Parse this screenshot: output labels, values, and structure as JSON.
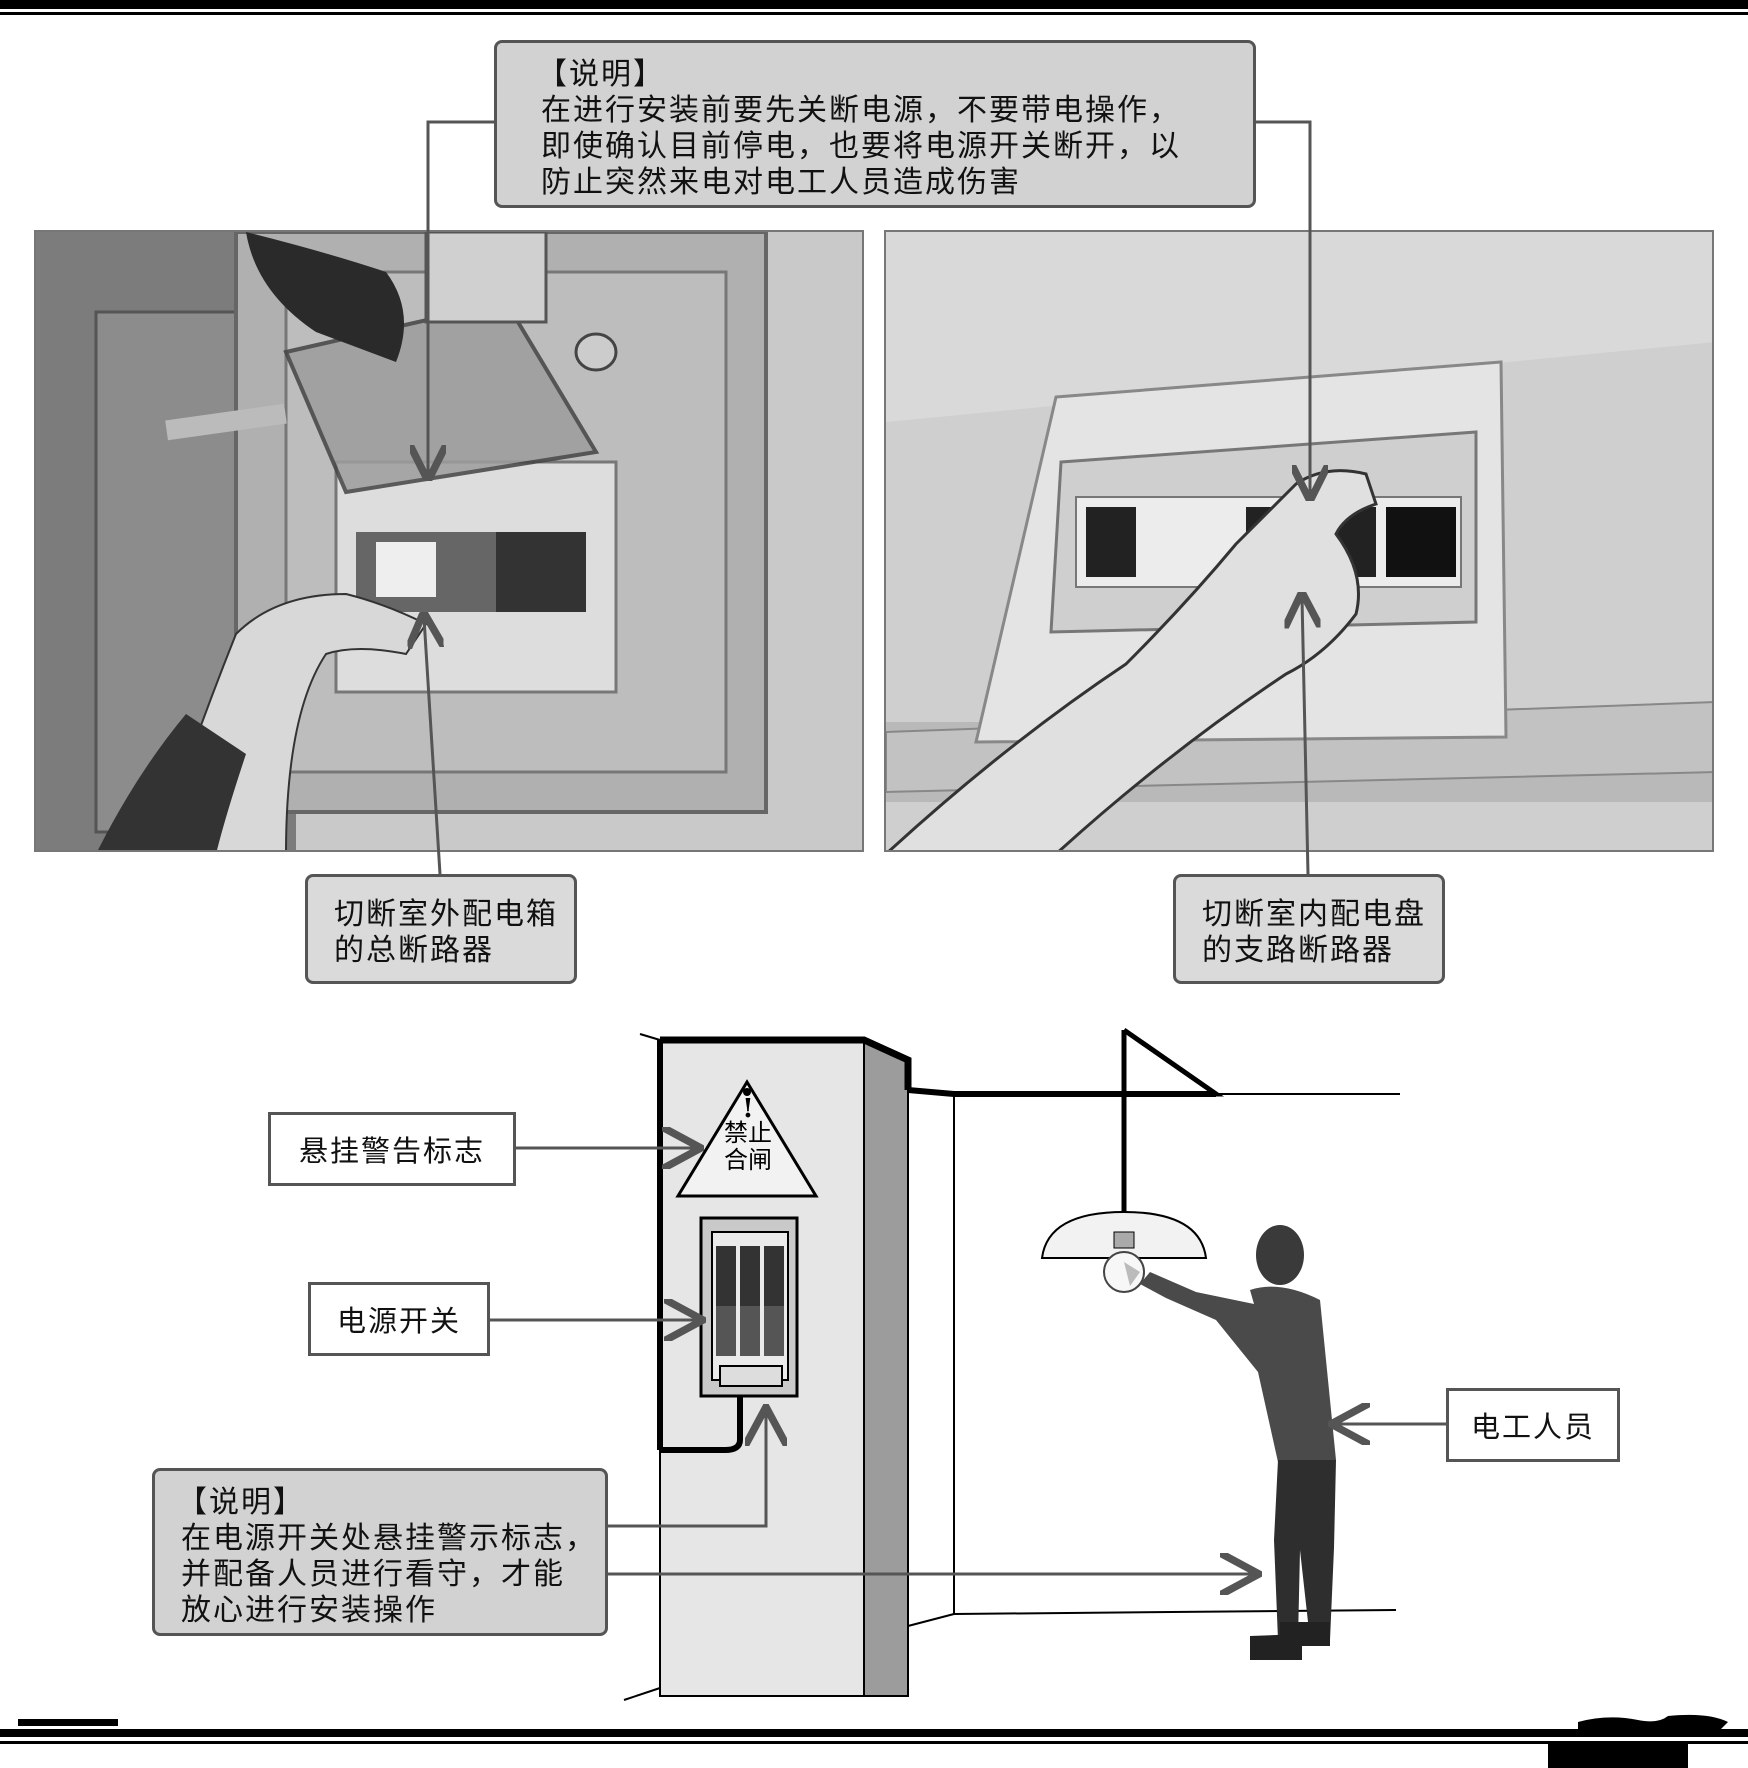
{
  "top_note": {
    "heading": "【说明】",
    "lines": [
      "在进行安装前要先关断电源，不要带电操作，",
      "即使确认目前停电，也要将电源开关断开，以",
      "防止突然来电对电工人员造成伤害"
    ]
  },
  "photo_left_caption": {
    "lines": [
      "切断室外配电箱",
      "的总断路器"
    ]
  },
  "photo_right_caption": {
    "lines": [
      "切断室内配电盘",
      "的支路断路器"
    ]
  },
  "diagram": {
    "warning_label": "悬挂警告标志",
    "switch_label": "电源开关",
    "worker_label": "电工人员",
    "sign_text": [
      "!",
      "禁止",
      "合闸"
    ]
  },
  "bottom_note": {
    "heading": "【说明】",
    "lines": [
      "在电源开关处悬挂警示标志，",
      "并配备人员进行看守，才能",
      "放心进行安装操作"
    ]
  }
}
